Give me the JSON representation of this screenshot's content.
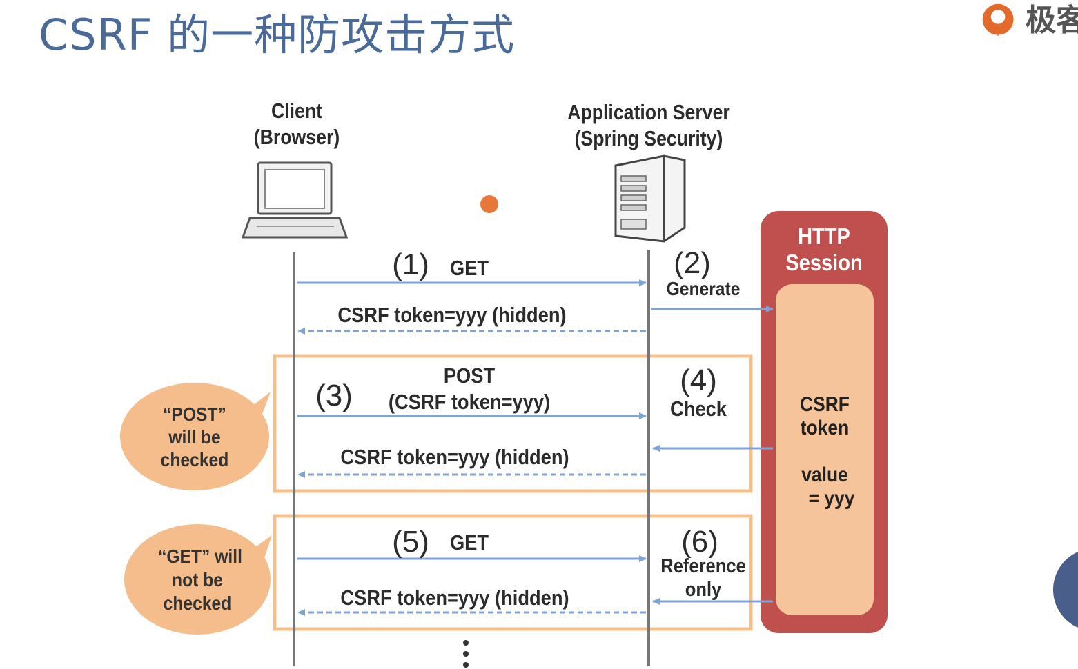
{
  "title": "CSRF 的一种防攻击方式",
  "brand": {
    "name": "极客"
  },
  "actors": {
    "client_line1": "Client",
    "client_line2": "(Browser)",
    "server_line1": "Application Server",
    "server_line2": "(Spring Security)"
  },
  "session": {
    "title_line1": "HTTP",
    "title_line2": "Session",
    "token_line1": "CSRF",
    "token_line2": "token",
    "value_line1": "value",
    "value_line2": "= yyy"
  },
  "steps": {
    "s1": "(1)",
    "s1_label": "GET",
    "s2": "(2)",
    "s2_label": "Generate",
    "reply1": "CSRF token=yyy (hidden)",
    "s3": "(3)",
    "s3_label1": "POST",
    "s3_label2": "(CSRF token=yyy)",
    "s4": "(4)",
    "s4_label": "Check",
    "reply2": "CSRF token=yyy (hidden)",
    "s5": "(5)",
    "s5_label": "GET",
    "s6": "(6)",
    "s6_label1": "Reference",
    "s6_label2": "only",
    "reply3": "CSRF token=yyy (hidden)"
  },
  "bubbles": {
    "post_line1": "“POST”",
    "post_line2": "will be",
    "post_line3": "checked",
    "get_line1": "“GET” will",
    "get_line2": "not be",
    "get_line3": "checked"
  },
  "colors": {
    "title": "#4a6a9a",
    "arrow": "#7fa3d6",
    "frame": "#f3c08c",
    "bubble": "#f4bd8b",
    "session_outer": "#c0504d",
    "session_inner": "#f5c49a",
    "lifeline": "#777777",
    "cursor_dot": "#e8773a",
    "brand": "#e46a2c"
  }
}
